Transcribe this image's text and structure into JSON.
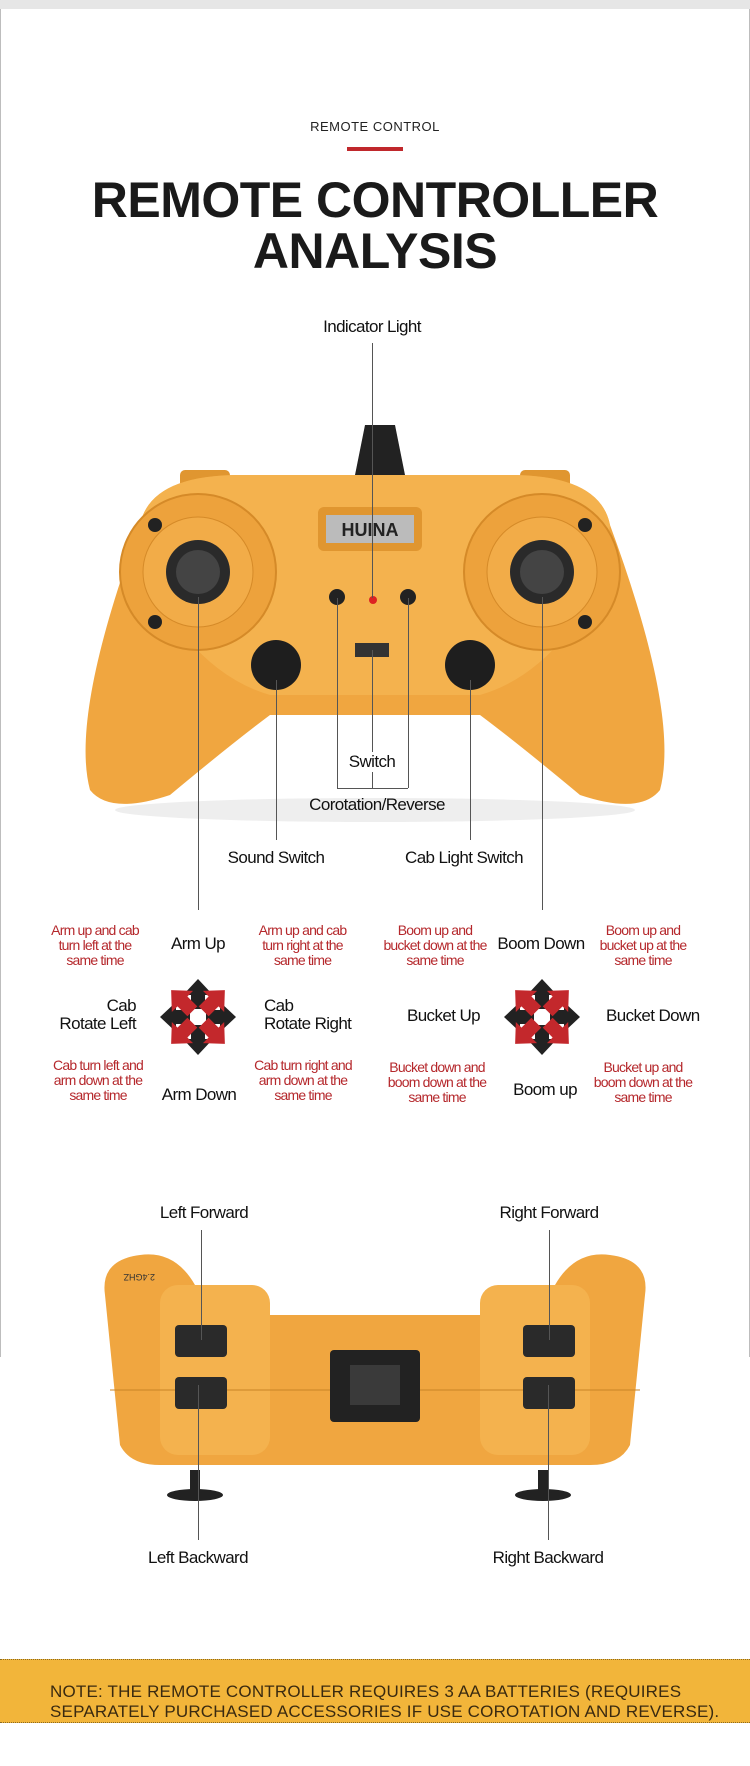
{
  "header": {
    "kicker": "REMOTE CONTROL",
    "title_line1": "REMOTE CONTROLLER",
    "title_line2": "ANALYSIS"
  },
  "controller_top": {
    "brand": "HUINA",
    "labels": {
      "indicator_light": "Indicator Light",
      "switch": "Switch",
      "corotation_reverse": "Corotation/Reverse",
      "sound_switch": "Sound Switch",
      "cab_light_switch": "Cab Light Switch"
    }
  },
  "left_stick": {
    "up": "Arm Up",
    "down": "Arm Down",
    "left": "Cab\nRotate Left",
    "right": "Cab\nRotate Right",
    "up_left": "Arm up and cab turn left at the same time",
    "up_right": "Arm up and cab turn right at the same time",
    "down_left": "Cab turn left and arm down at the same time",
    "down_right": "Cab turn right and arm down at the same time"
  },
  "right_stick": {
    "up": "Boom Down",
    "down": "Boom up",
    "left": "Bucket Up",
    "right": "Bucket Down",
    "up_left": "Boom up and bucket down at the same time",
    "up_right": "Boom up and bucket up at the same time",
    "down_left": "Bucket down and boom down at the same time",
    "down_right": "Bucket up and boom down at the same time"
  },
  "controller_bottom": {
    "left_forward": "Left Forward",
    "right_forward": "Right Forward",
    "left_backward": "Left Backward",
    "right_backward": "Right Backward",
    "tag": "2.4GHZ"
  },
  "note": "NOTE: THE REMOTE CONTROLLER REQUIRES 3 AA BATTERIES (REQUIRES SEPARATELY PURCHASED ACCESSORIES IF USE COROTATION AND REVERSE).",
  "colors": {
    "accent_red": "#c0282c",
    "controller_orange": "#f0a640",
    "note_bg": "#f2b53a"
  }
}
